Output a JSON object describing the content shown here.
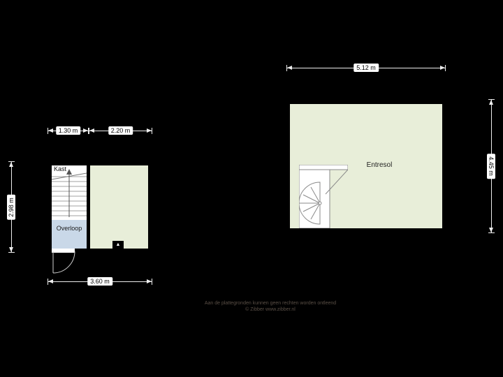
{
  "colors": {
    "canvas_bg": "#000000",
    "wall": "#000000",
    "floor": "#e8eed9",
    "landing_floor": "#c9d8e8",
    "dim_line": "#ededed",
    "dim_label_bg": "#ffffff",
    "dim_label_text": "#000000",
    "footer_text": "#5a4f46"
  },
  "icons": {
    "flue_arrow": "▲"
  },
  "plan_left": {
    "rooms": {
      "kast_label": "Kast",
      "overloop_label": "Overloop"
    },
    "dims": {
      "top_left": "1.30 m",
      "top_right": "2.20 m",
      "left": "2.98 m",
      "bottom": "3.60 m"
    }
  },
  "plan_right": {
    "rooms": {
      "entresol_label": "Entresol"
    },
    "dims": {
      "top": "5.12 m",
      "right": "4.45 m"
    }
  },
  "footer": {
    "disclaimer": "Aan de plattegronden kunnen geen rechten worden ontleend",
    "copyright": "© Zibber www.zibber.nl"
  }
}
